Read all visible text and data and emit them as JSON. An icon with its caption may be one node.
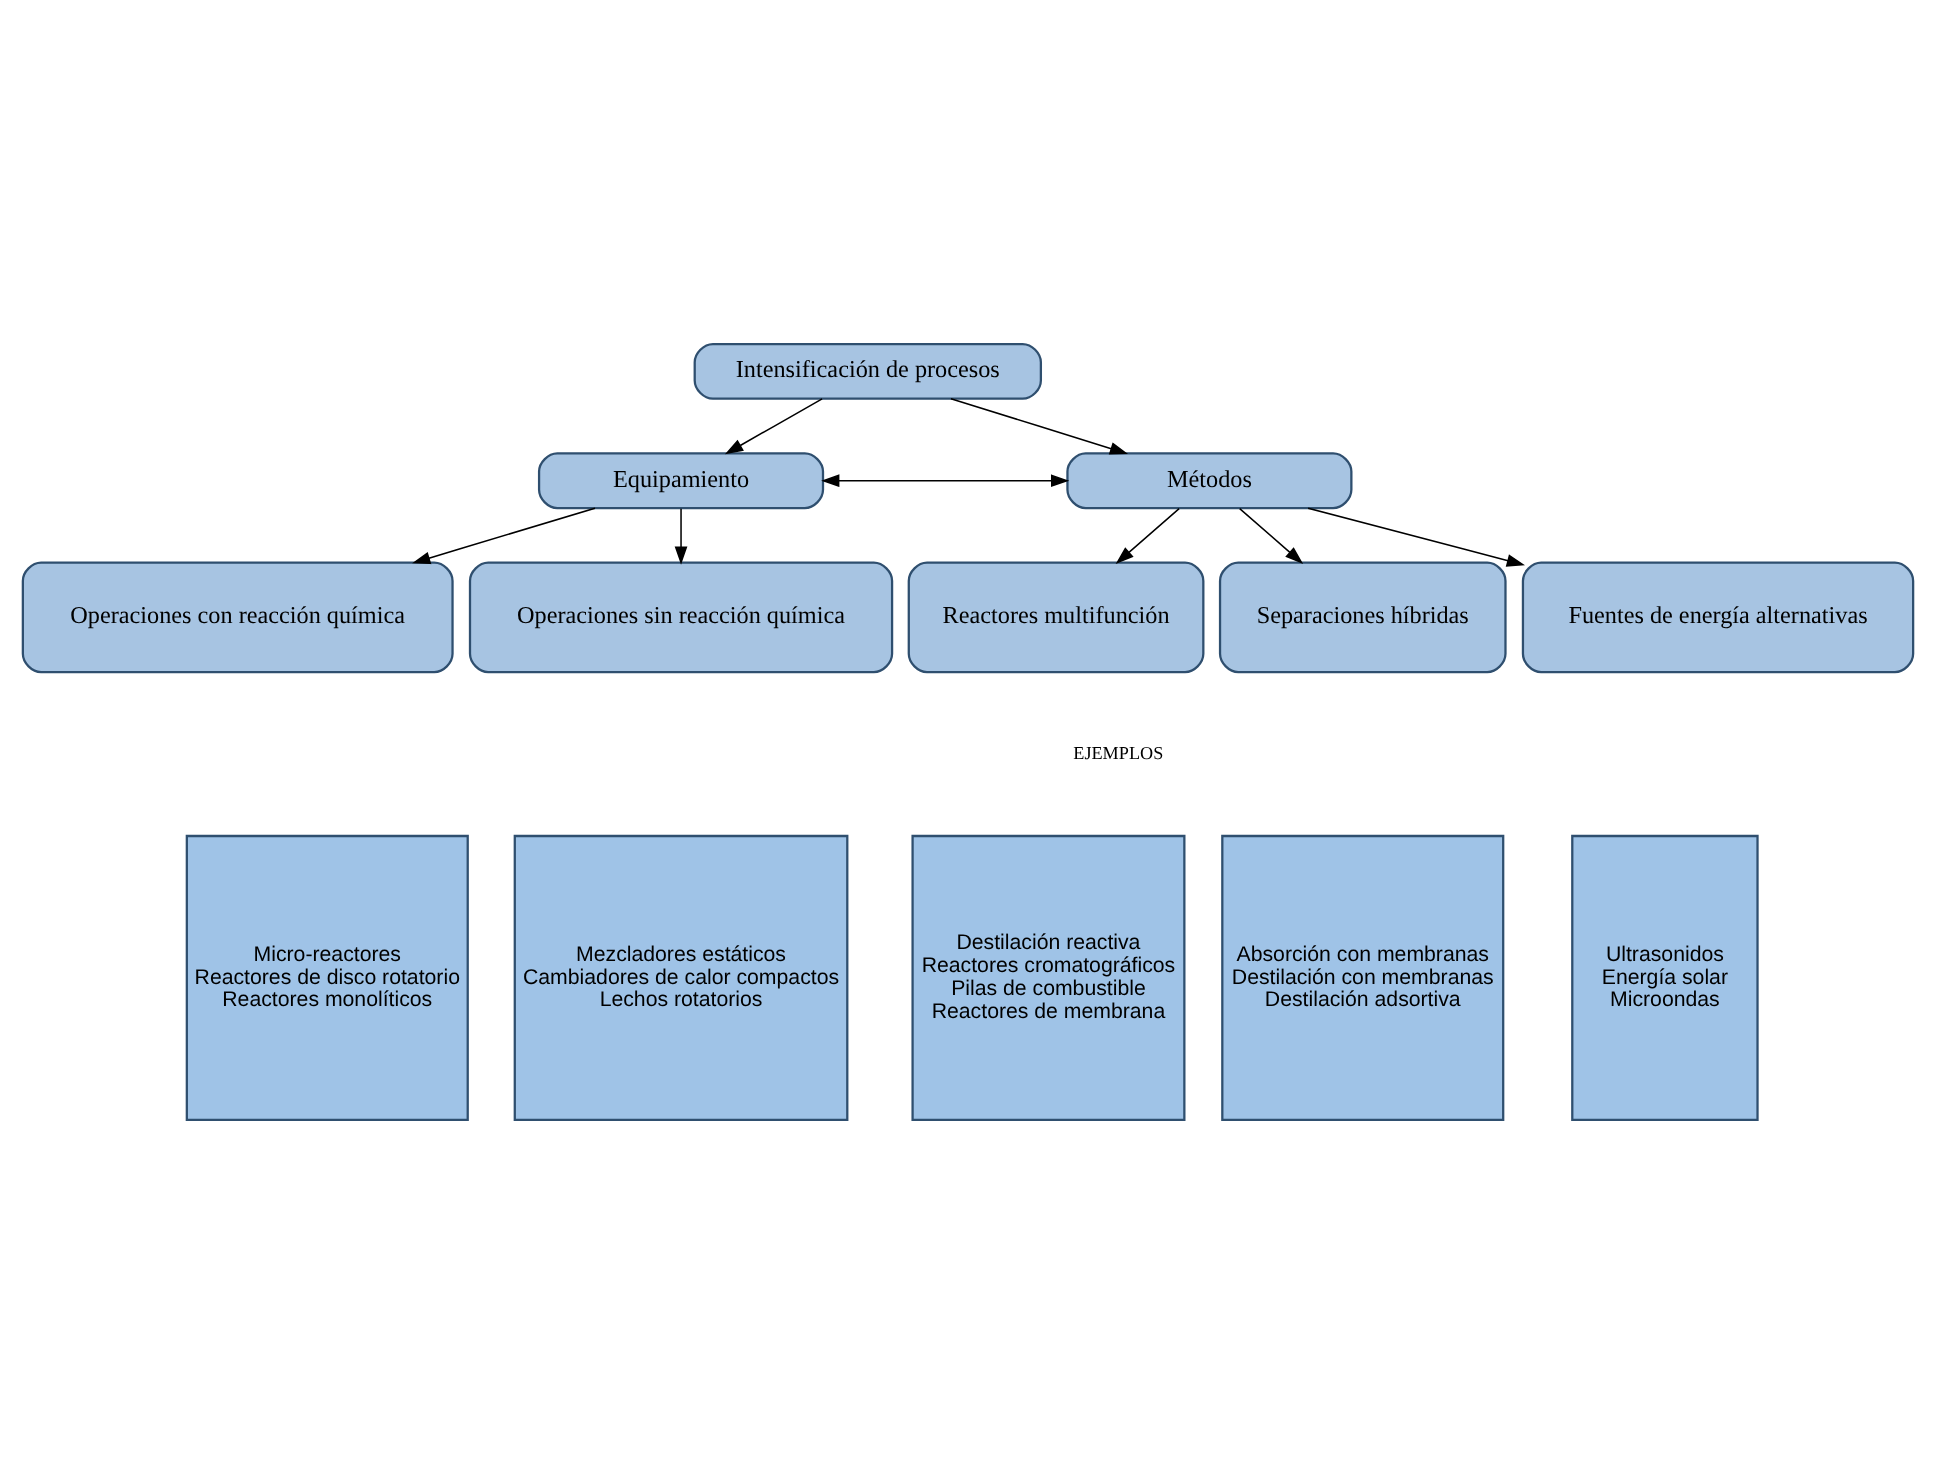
{
  "diagram": {
    "nodes": [
      {
        "text": [
          "Intensificación de procesos"
        ]
      },
      {
        "text": [
          "Equipamiento"
        ]
      },
      {
        "text": [
          "Métodos"
        ]
      },
      {
        "text": [
          "Operaciones con reacción química"
        ]
      },
      {
        "text": [
          "Operaciones sin reacción química"
        ]
      },
      {
        "text": [
          "Reactores multifunción"
        ]
      },
      {
        "text": [
          "Separaciones híbridas"
        ]
      },
      {
        "text": [
          "Fuentes de energía alternativas"
        ]
      },
      {
        "text": [
          "Micro-reactores",
          "Reactores de disco rotatorio",
          "Reactores monolíticos"
        ]
      },
      {
        "text": [
          "Mezcladores estáticos",
          "Cambiadores de calor compactos",
          "Lechos rotatorios"
        ]
      },
      {
        "text": [
          "Destilación reactiva",
          "Reactores cromatográficos",
          "Pilas de combustible",
          "Reactores de membrana"
        ]
      },
      {
        "text": [
          "Absorción con membranas",
          "Destilación con membranas",
          "Destilación adsortiva"
        ]
      },
      {
        "text": [
          "Ultrasonidos",
          "Energía solar",
          "Microondas"
        ]
      }
    ],
    "edges": [
      {
        "from": 0,
        "to": 1,
        "arrow": "to"
      },
      {
        "from": 0,
        "to": 2,
        "arrow": "to"
      },
      {
        "from": 1,
        "to": 2,
        "arrow": "both"
      },
      {
        "from": 1,
        "to": 3,
        "arrow": "to"
      },
      {
        "from": 1,
        "to": 4,
        "arrow": "to"
      },
      {
        "from": 2,
        "to": 5,
        "arrow": "to"
      },
      {
        "from": 2,
        "to": 6,
        "arrow": "to"
      },
      {
        "from": 2,
        "to": 7,
        "arrow": "to"
      }
    ],
    "labels": [
      "EJEMPLOS"
    ]
  }
}
